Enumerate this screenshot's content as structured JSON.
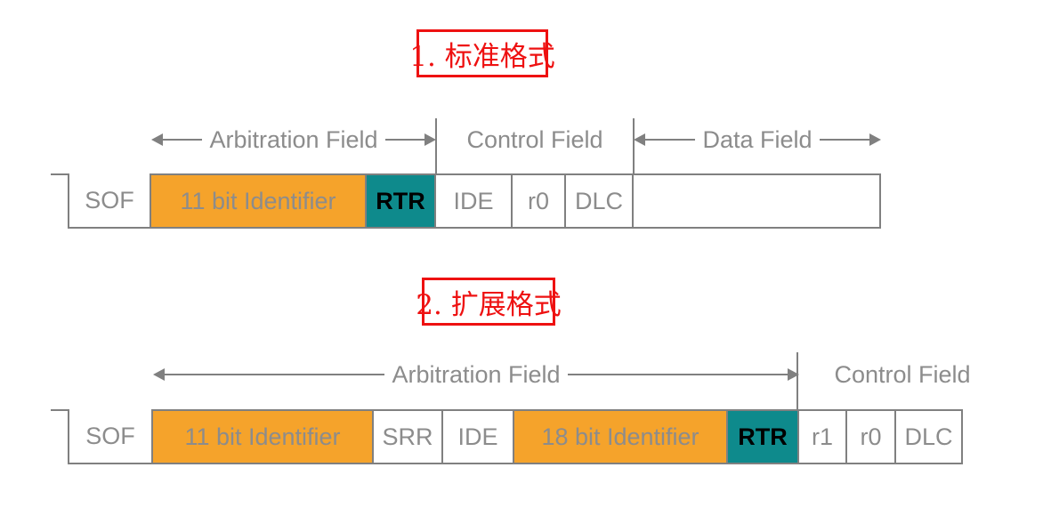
{
  "colors": {
    "accent_red": "#ee1111",
    "line_gray": "#808080",
    "text_gray": "#8c8c8c",
    "orange_fill": "#f5a32b",
    "teal_fill": "#0e8a8c",
    "rtr_text": "#000000",
    "background": "#ffffff"
  },
  "standard": {
    "title": "1. 标准格式",
    "labels": {
      "arbitration": "Arbitration Field",
      "control": "Control Field",
      "data": "Data Field"
    },
    "cells": {
      "sof": "SOF",
      "identifier11": "11 bit Identifier",
      "rtr": "RTR",
      "ide": "IDE",
      "r0": "r0",
      "dlc": "DLC"
    }
  },
  "extended": {
    "title": "2. 扩展格式",
    "labels": {
      "arbitration": "Arbitration Field",
      "control": "Control Field"
    },
    "cells": {
      "sof": "SOF",
      "identifier11": "11 bit Identifier",
      "srr": "SRR",
      "ide": "IDE",
      "identifier18": "18 bit Identifier",
      "rtr": "RTR",
      "r1": "r1",
      "r0": "r0",
      "dlc": "DLC"
    }
  },
  "icons": {
    "left_arrow": "←",
    "right_arrow": "→"
  }
}
